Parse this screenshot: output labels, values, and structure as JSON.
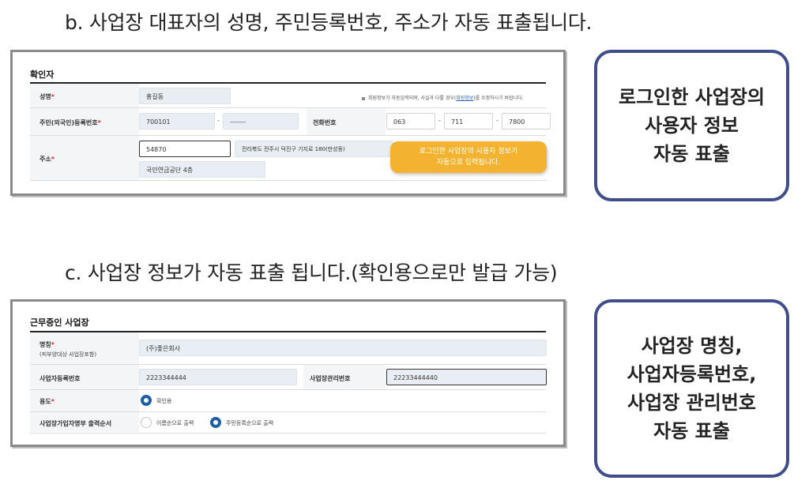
{
  "headings": {
    "b": "b. 사업장 대표자의 성명, 주민등록번호, 주소가 자동 표출됩니다.",
    "c": "c. 사업장 정보가 자동 표출 됩니다.(확인용으로만 발급 가능)"
  },
  "confirmer": {
    "title": "확인자",
    "name_label": "성명",
    "required_mark": "*",
    "name_value": "홍길동",
    "notice_prefix": "회원정보가 자동입력되며, 사실과 다를 경우(",
    "notice_link": "회원정보",
    "notice_suffix": ")를 수정하시기 바랍니다.",
    "rrn_label": "주민(외국인)등록번호",
    "rrn_front": "700101",
    "rrn_separator": "-",
    "rrn_back": "-------",
    "phone_label": "전화번호",
    "phone_1": "063",
    "phone_2": "711",
    "phone_3": "7800",
    "address_label": "주소",
    "zipcode": "54870",
    "address_1": "전라북도 전주시 덕진구 기지로 180(만성동)",
    "address_2": "국민연금공단 4층",
    "tooltip_line1": "로그인한 사업장의 사용자 정보가",
    "tooltip_line2": "자동으로 입력됩니다."
  },
  "workplace": {
    "title": "근무중인 사업장",
    "name_label": "명칭",
    "name_sublabel": "(피부양대상 사업장포함)",
    "name_value": "(주)좋은회사",
    "bizno_label": "사업자등록번호",
    "bizno_value": "2223344444",
    "mgmtno_label": "사업장관리번호",
    "mgmtno_value": "22233444440",
    "purpose_label": "용도",
    "purpose_option": "확인용",
    "order_label": "사업장가입자명부 출력순서",
    "order_option_1": "이름순으로 출력",
    "order_option_2": "주민등록순으로 출력"
  },
  "callouts": {
    "b": [
      "로그인한 사업장의",
      "사용자 정보",
      "자동 표출"
    ],
    "c": [
      "사업장 명칭,",
      "사업자등록번호,",
      "사업장 관리번호",
      "자동 표출"
    ]
  },
  "colors": {
    "required": "#d9282f",
    "tooltip": "#f3b331",
    "radio_selected": "#1e5fa8",
    "callout_border": "#3f4e8a",
    "readonly_field": "#e8eef3"
  }
}
